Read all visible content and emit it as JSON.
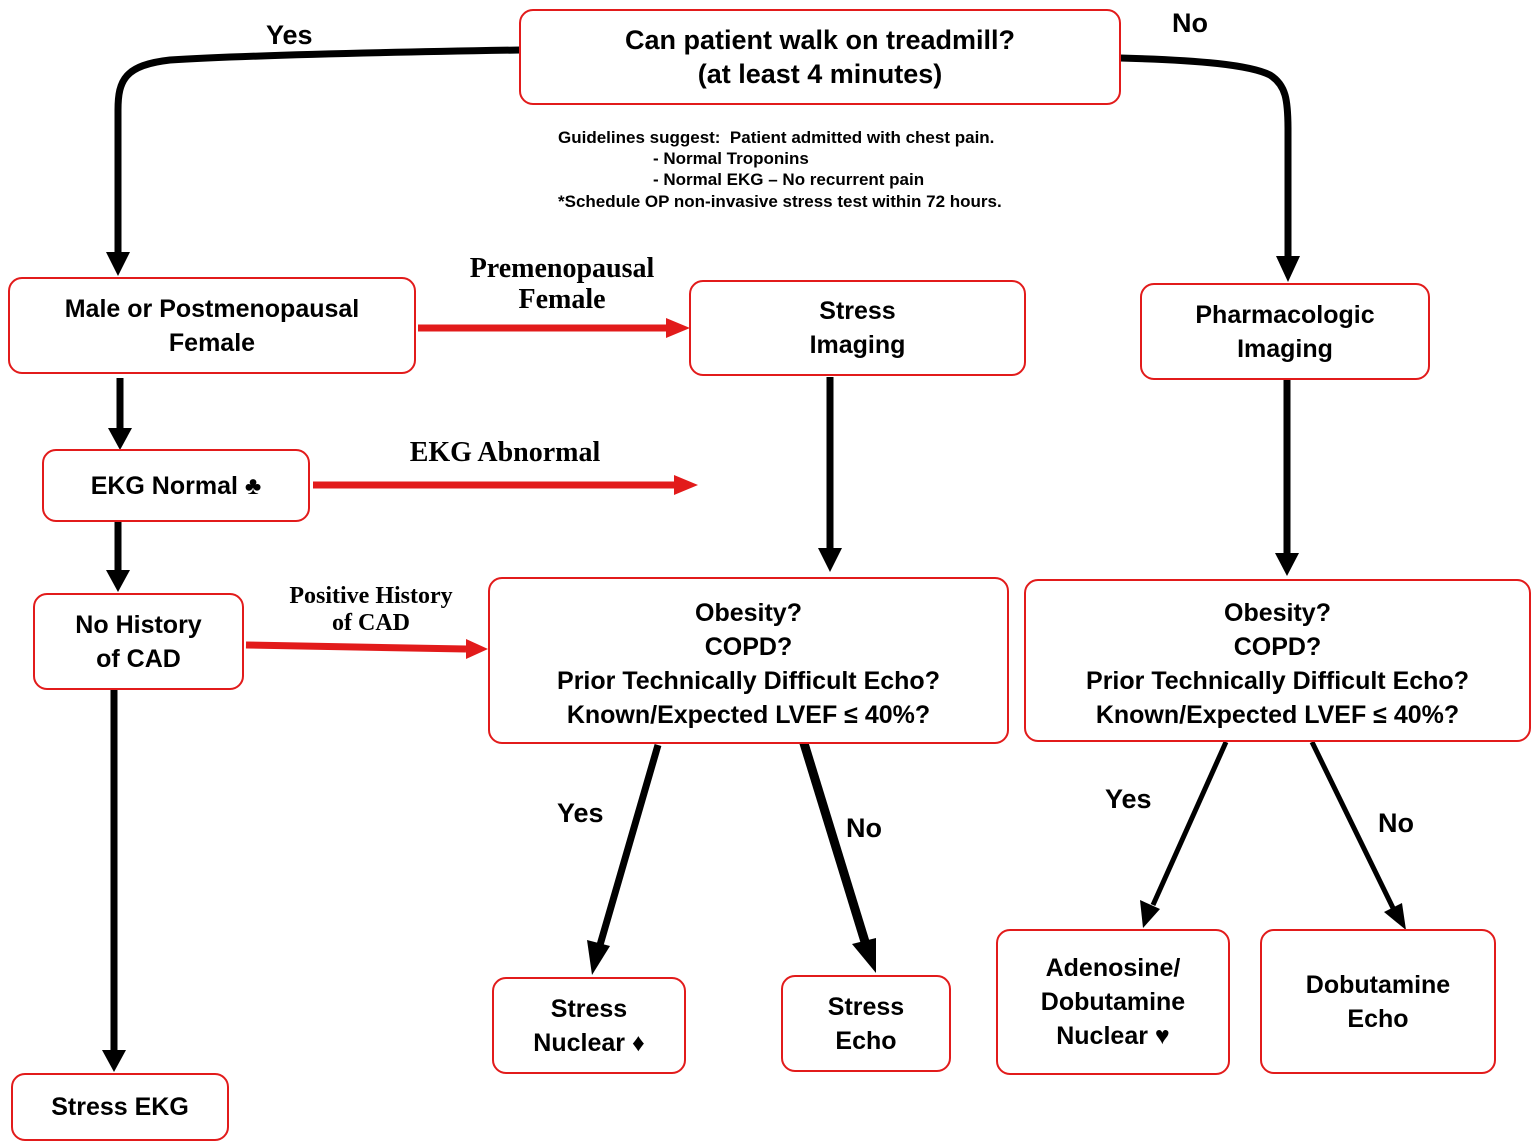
{
  "nodes": {
    "treadmill": "Can patient walk on treadmill?\n(at least 4 minutes)",
    "male_postmeno": "Male or Postmenopausal\nFemale",
    "stress_imaging": "Stress\nImaging",
    "pharm_imaging": "Pharmacologic\nImaging",
    "ekg_normal": "EKG Normal ♣",
    "no_history": "No History\nof CAD",
    "criteria_stress": "Obesity?\nCOPD?\nPrior Technically Difficult Echo?\nKnown/Expected LVEF ≤ 40%?",
    "criteria_pharm": "Obesity?\nCOPD?\nPrior Technically Difficult Echo?\nKnown/Expected LVEF ≤ 40%?",
    "stress_nuclear": "Stress\nNuclear ♦",
    "stress_echo": "Stress\nEcho",
    "adeno_dobu_nuclear": "Adenosine/\nDobutamine\nNuclear ♥",
    "dobutamine_echo": "Dobutamine\nEcho",
    "stress_ekg": "Stress EKG"
  },
  "edge_labels": {
    "top_yes": "Yes",
    "top_no": "No",
    "premenopausal": "Premenopausal\nFemale",
    "ekg_abnormal": "EKG Abnormal",
    "positive_history": "Positive History\nof CAD",
    "stress_yes": "Yes",
    "stress_no": "No",
    "pharm_yes": "Yes",
    "pharm_no": "No"
  },
  "guidelines": {
    "line1": "Guidelines suggest:  Patient admitted with chest pain.",
    "line2": "- Normal Troponins",
    "line3": "- Normal EKG – No recurrent pain",
    "line4": "*Schedule OP non-invasive stress test within 72 hours."
  },
  "colors": {
    "box_border": "#e21b1b",
    "red_arrow": "#e21b1b",
    "black_arrow": "#000000"
  }
}
